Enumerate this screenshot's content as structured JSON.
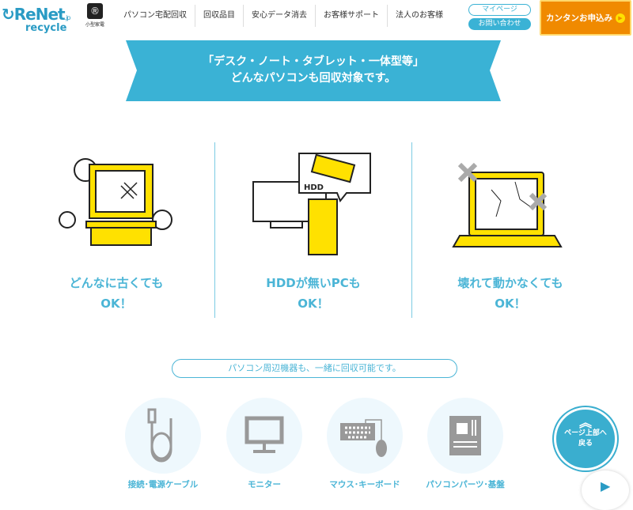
{
  "header": {
    "logo_main": "ReNet",
    "logo_tld": ".jp",
    "logo_sub": "recycle",
    "badge_text": "小型家電",
    "nav": [
      "パソコン宅配回収",
      "回収品目",
      "安心データ消去",
      "お客様サポート",
      "法人のお客様"
    ],
    "mypage": "マイページ",
    "contact": "お問い合わせ",
    "apply": "カンタンお申込み"
  },
  "banner": {
    "line1": "「デスク・ノート・タブレット・一体型等」",
    "line2": "どんなパソコンも回収対象です。"
  },
  "features": [
    {
      "line1": "どんなに古くても",
      "line2": "OK！"
    },
    {
      "line1": "HDDが無いPCも",
      "line2": "OK！"
    },
    {
      "line1": "壊れて動かなくても",
      "line2": "OK！"
    }
  ],
  "hdd_label": "HDD",
  "subheading": "パソコン周辺機器も、一緒に回収可能です。",
  "items": [
    "接続･電源ケーブル",
    "モニター",
    "マウス･キーボード",
    "パソコンパーツ･基盤"
  ],
  "back_to_top": {
    "line1": "ページ上部へ",
    "line2": "戻る"
  },
  "colors": {
    "accent": "#3ab2d5",
    "orange": "#f08a00",
    "yellow": "#ffe100"
  }
}
